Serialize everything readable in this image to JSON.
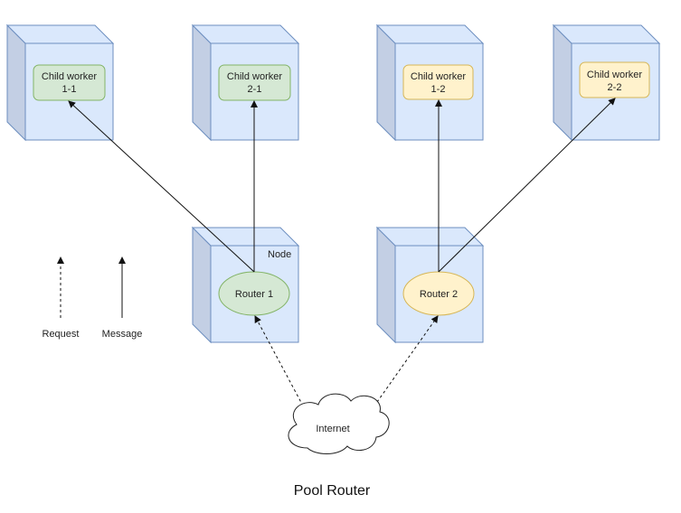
{
  "workers": {
    "w11": {
      "line1": "Child worker",
      "line2": "1-1"
    },
    "w21": {
      "line1": "Child worker",
      "line2": "2-1"
    },
    "w12": {
      "line1": "Child worker",
      "line2": "1-2"
    },
    "w22": {
      "line1": "Child worker",
      "line2": "2-2"
    }
  },
  "routers": {
    "r1": "Router 1",
    "r2": "Router 2"
  },
  "node_label": "Node",
  "cloud_label": "Internet",
  "legend": {
    "request": "Request",
    "message": "Message"
  },
  "caption": "Pool Router",
  "colors": {
    "box_front": "#dae8fc",
    "box_side": "#c3cfe4",
    "box_stroke": "#6c8ebf",
    "green_fill": "#d5e8d4",
    "green_stroke": "#82b366",
    "yellow_fill": "#fff2cc",
    "yellow_stroke": "#d6b656"
  }
}
